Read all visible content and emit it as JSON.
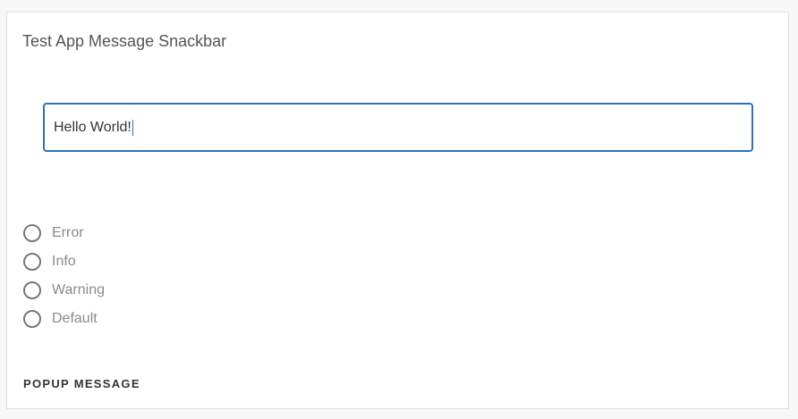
{
  "title": "Test App Message Snackbar",
  "input": {
    "value": "Hello World!"
  },
  "radios": [
    {
      "label": "Error",
      "selected": false
    },
    {
      "label": "Info",
      "selected": false
    },
    {
      "label": "Warning",
      "selected": false
    },
    {
      "label": "Default",
      "selected": false
    }
  ],
  "button": {
    "label": "POPUP MESSAGE"
  },
  "colors": {
    "accent": "#2a72c0"
  }
}
